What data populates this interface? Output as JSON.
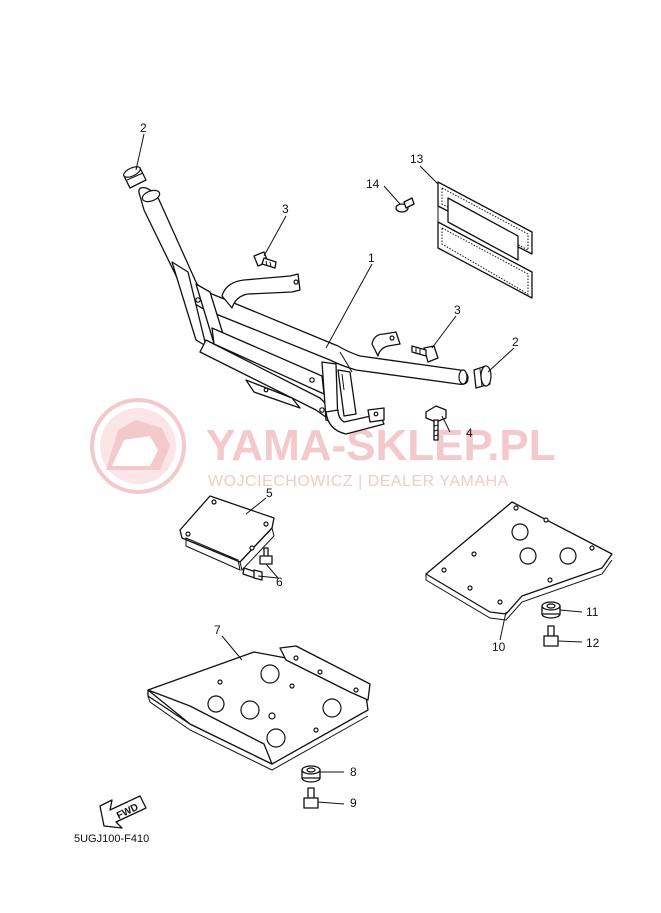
{
  "watermark": {
    "logo": "yama-sklep-logo",
    "title": "YAMA-SKLEP.PL",
    "subtitle": "WOJCIECHOWICZ | DEALER YAMAHA",
    "color": "#f3c9cb"
  },
  "callouts": {
    "c1": "1",
    "c2a": "2",
    "c2b": "2",
    "c3a": "3",
    "c3b": "3",
    "c4": "4",
    "c5": "5",
    "c6": "6",
    "c7": "7",
    "c8": "8",
    "c9": "9",
    "c10": "10",
    "c11": "11",
    "c12": "12",
    "c13": "13",
    "c14": "14"
  },
  "direction_arrow": "FWD",
  "diagram_code": "5UGJ100-F410"
}
